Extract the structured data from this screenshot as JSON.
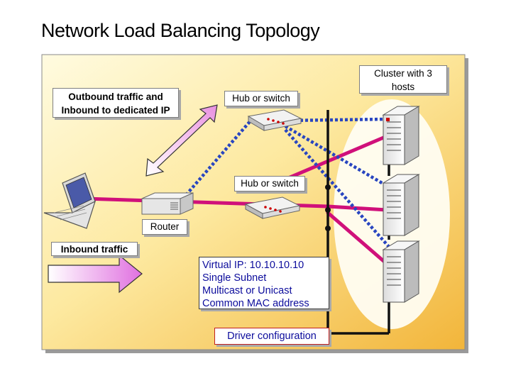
{
  "title": "Network Load Balancing Topology",
  "labels": {
    "outbound_line1": "Outbound traffic and",
    "outbound_line2": "Inbound to dedicated IP",
    "hub_top": "Hub or switch",
    "hub_mid": "Hub or switch",
    "router": "Router",
    "inbound": "Inbound traffic",
    "cluster_line1": "Cluster with 3",
    "cluster_line2": "hosts",
    "vip_line1": "Virtual IP: 10.10.10.10",
    "vip_line2": "Single Subnet",
    "vip_line3": "Multicast or Unicast",
    "vip_line4": "Common MAC address",
    "driver": "Driver configuration"
  },
  "colors": {
    "panel_top": "#fff9cf",
    "panel_bottom": "#f5c74a",
    "magenta_link": "#d0107a",
    "dashed_link": "#3050c8",
    "black_link": "#111111",
    "arrow_fill": "#e8a0e8"
  }
}
